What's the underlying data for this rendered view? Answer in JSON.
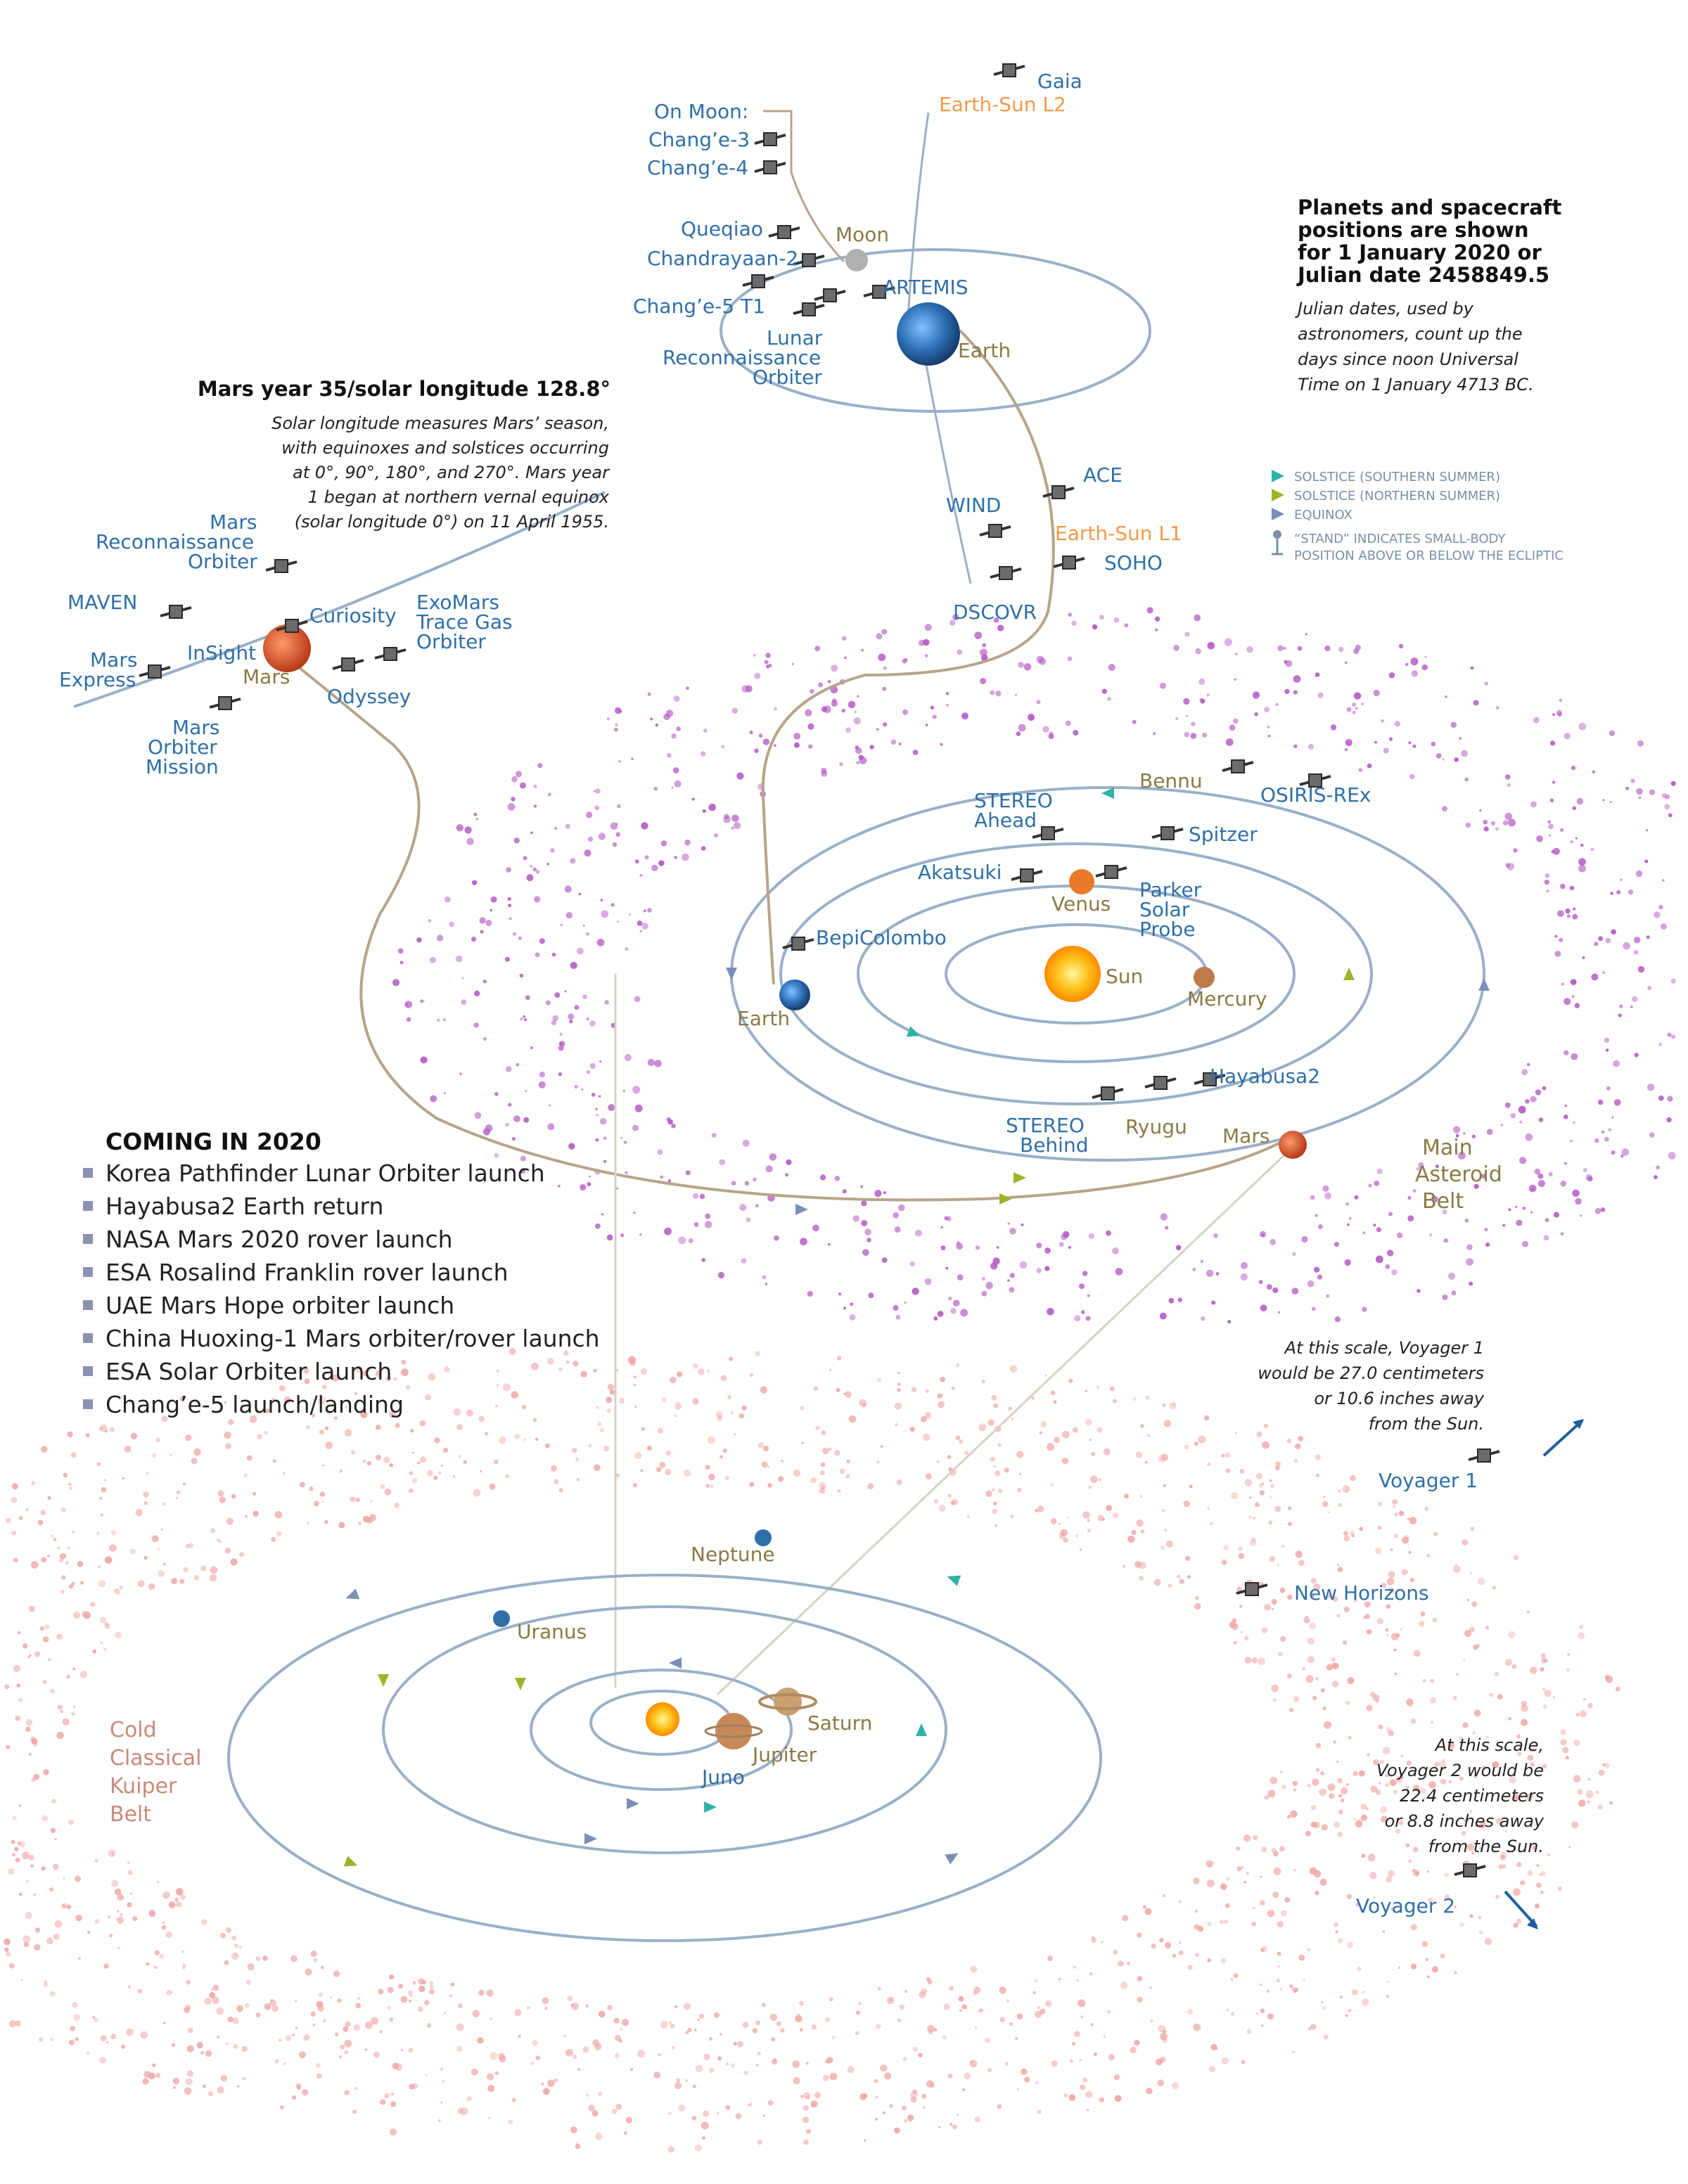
{
  "header_note": {
    "title_lines": [
      "Planets and spacecraft",
      "positions are shown",
      "for 1 January 2020 or",
      "Julian date 2458849.5"
    ],
    "body_lines": [
      "Julian dates, used by",
      "astronomers, count up the",
      "days since noon Universal",
      "Time on 1 January 4713 BC."
    ]
  },
  "mars_note": {
    "title": "Mars year 35/solar longitude 128.8°",
    "body_lines": [
      "Solar longitude measures Mars’ season,",
      "with equinoxes and solstices occurring",
      "at 0°, 90°, 180°, and 270°. Mars year",
      "1 began at northern vernal equinox",
      "(solar longitude 0°) on 11 April 1955."
    ]
  },
  "legend": {
    "items": [
      {
        "label": "SOLSTICE (SOUTHERN SUMMER)",
        "color": "#2fb3a8"
      },
      {
        "label": "SOLSTICE (NORTHERN SUMMER)",
        "color": "#9cb52a"
      },
      {
        "label": "EQUINOX",
        "color": "#7b8fb8"
      }
    ],
    "stand_lines": [
      "“STAND” INDICATES SMALL-BODY",
      "POSITION ABOVE OR BELOW THE ECLIPTIC"
    ]
  },
  "coming": {
    "title": "COMING IN 2020",
    "items": [
      "Korea Pathfinder Lunar Orbiter launch",
      "Hayabusa2 Earth return",
      "NASA Mars 2020 rover launch",
      "ESA Rosalind Franklin rover launch",
      "UAE Mars Hope orbiter launch",
      "China Huoxing-1 Mars orbiter/rover launch",
      "ESA Solar Orbiter launch",
      "Chang’e-5 launch/landing"
    ]
  },
  "voyager1_note": [
    "At this scale, Voyager 1",
    "would be 27.0 centimeters",
    "or 10.6 inches away",
    "from the Sun."
  ],
  "voyager2_note": [
    "At this scale,",
    "Voyager 2 would be",
    "22.4 centimeters",
    "or 8.8 inches away",
    "from the Sun."
  ],
  "labels": {
    "gaia": "Gaia",
    "l2": "Earth-Sun L2",
    "on_moon": "On Moon:",
    "change3": "Chang’e-3",
    "change4": "Chang’e-4",
    "queqiao": "Queqiao",
    "moon": "Moon",
    "chandrayaan": "Chandrayaan-2",
    "artemis": "ARTEMIS",
    "change5t1": "Chang’e-5 T1",
    "lro1": "Lunar",
    "lro2": "Reconnaissance",
    "lro3": "Orbiter",
    "earth_top": "Earth",
    "ace": "ACE",
    "wind": "WIND",
    "l1": "Earth-Sun L1",
    "soho": "SOHO",
    "dscovr": "DSCOVR",
    "mro1": "Mars",
    "mro2": "Reconnaissance",
    "mro3": "Orbiter",
    "maven": "MAVEN",
    "curiosity": "Curiosity",
    "tgo1": "ExoMars",
    "tgo2": "Trace Gas",
    "tgo3": "Orbiter",
    "mex1": "Mars",
    "mex2": "Express",
    "insight": "InSight",
    "mars_top": "Mars",
    "odyssey": "Odyssey",
    "mom1": "Mars",
    "mom2": "Orbiter",
    "mom3": "Mission",
    "bennu": "Bennu",
    "osiris": "OSIRIS-REx",
    "stereo_a1": "STEREO",
    "stereo_a2": "Ahead",
    "spitzer": "Spitzer",
    "akatsuki": "Akatsuki",
    "venus": "Venus",
    "psp1": "Parker",
    "psp2": "Solar",
    "psp3": "Probe",
    "bepi": "BepiColombo",
    "sun": "Sun",
    "mercury": "Mercury",
    "earth_inner": "Earth",
    "hayabusa2": "Hayabusa2",
    "stereo_b1": "STEREO",
    "stereo_b2": "Behind",
    "ryugu": "Ryugu",
    "mars_inner": "Mars",
    "belt1": "Main",
    "belt2": "Asteroid",
    "belt3": "Belt",
    "voyager1": "Voyager 1",
    "new_horizons": "New Horizons",
    "neptune": "Neptune",
    "uranus": "Uranus",
    "saturn": "Saturn",
    "jupiter": "Jupiter",
    "juno": "Juno",
    "kuiper1": "Cold",
    "kuiper2": "Classical",
    "kuiper3": "Kuiper",
    "kuiper4": "Belt",
    "voyager2": "Voyager 2"
  },
  "colors": {
    "spacecraft_label": "#2f6fa8",
    "body_label": "#8a7a45",
    "lagrange_label": "#f39a4a",
    "orbit": "#9ab0c8",
    "trajectory": "#b7a58a",
    "asteroid_dot": "#b35cc4",
    "kuiper_dot": "#f0a6a6",
    "sun": "#ffc21a"
  }
}
